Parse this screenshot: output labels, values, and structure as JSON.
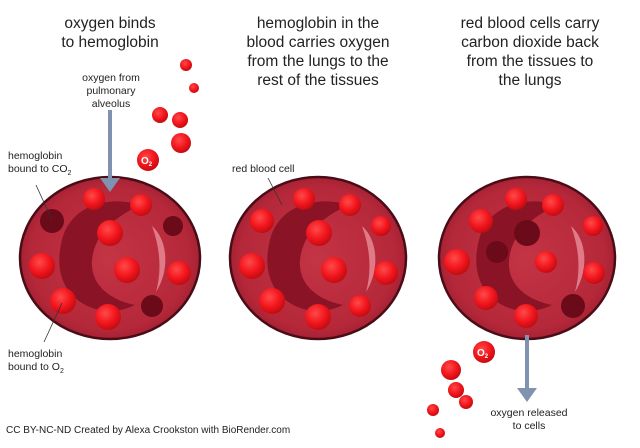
{
  "headings": {
    "panel1": [
      "oxygen binds",
      "to hemoglobin"
    ],
    "panel2": [
      "hemoglobin in the",
      "blood carries oxygen",
      "from the lungs to the",
      "rest of the tissues"
    ],
    "panel3": [
      "red blood cells carry",
      "carbon dioxide back",
      "from the tissues to",
      "the lungs"
    ]
  },
  "labels": {
    "oxygen_from": [
      "oxygen from",
      "pulmonary",
      "alveolus"
    ],
    "hb_co2_line1": "hemoglobin",
    "hb_co2_line2": "bound to CO",
    "hb_co2_sub": "2",
    "hb_o2_line1": "hemoglobin",
    "hb_o2_line2": "bound to O",
    "hb_o2_sub": "2",
    "red_blood_cell": "red blood cell",
    "oxygen_released": [
      "oxygen released",
      "to cells"
    ],
    "o2_badge": "O",
    "o2_badge_sub": "2"
  },
  "credit": "CC BY-NC-ND Created by Alexa Crookston with BioRender.com",
  "colors": {
    "cell_fill": "#b5283a",
    "cell_edge": "#4a0d18",
    "inner_dark": "#8a1426",
    "oxygen": "#f2161d",
    "co2_dark": "#6b0a18",
    "arrow": "#7f92b0"
  }
}
